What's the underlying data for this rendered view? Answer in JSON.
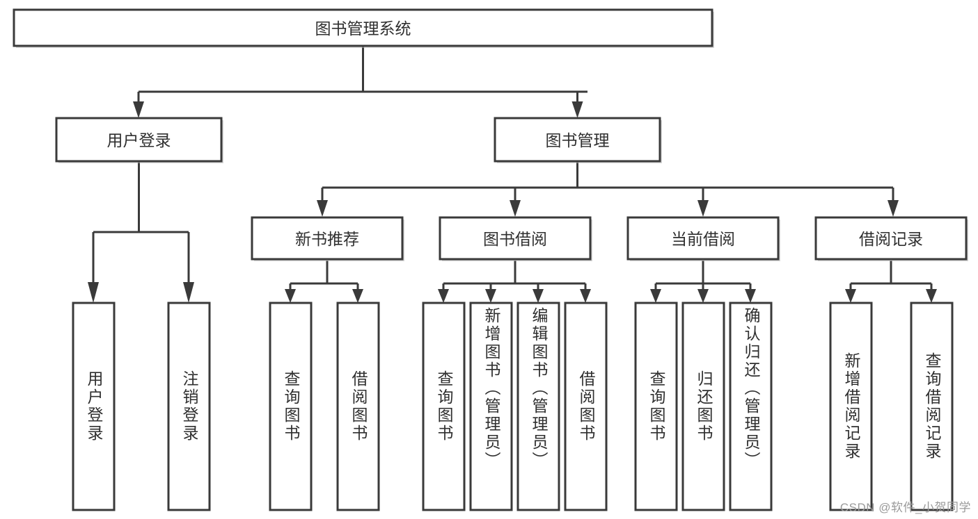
{
  "diagram": {
    "type": "tree",
    "title": "图书管理系统",
    "watermark": "CSDN @软件_小贺同学",
    "colors": {
      "box_stroke": "#3a3a3a",
      "box_fill": "#ffffff",
      "text": "#2f2f2f",
      "watermark": "#9a9a9a",
      "background": "#ffffff"
    },
    "root": {
      "label": "图书管理系统",
      "orientation": "horizontal"
    },
    "level2": [
      {
        "label": "用户登录",
        "orientation": "horizontal"
      },
      {
        "label": "图书管理",
        "orientation": "horizontal"
      }
    ],
    "level3": [
      {
        "label": "新书推荐",
        "orientation": "horizontal"
      },
      {
        "label": "图书借阅",
        "orientation": "horizontal"
      },
      {
        "label": "当前借阅",
        "orientation": "horizontal"
      },
      {
        "label": "借阅记录",
        "orientation": "horizontal"
      }
    ],
    "leaves": [
      {
        "label": "用户登录",
        "parent": "用户登录",
        "orientation": "vertical"
      },
      {
        "label": "注销登录",
        "parent": "用户登录",
        "orientation": "vertical"
      },
      {
        "label": "查询图书",
        "parent": "新书推荐",
        "orientation": "vertical"
      },
      {
        "label": "借阅图书",
        "parent": "新书推荐",
        "orientation": "vertical"
      },
      {
        "label": "查询图书",
        "parent": "图书借阅",
        "orientation": "vertical"
      },
      {
        "label": "新增图书（管理员）",
        "parent": "图书借阅",
        "orientation": "vertical"
      },
      {
        "label": "编辑图书（管理员）",
        "parent": "图书借阅",
        "orientation": "vertical"
      },
      {
        "label": "借阅图书",
        "parent": "图书借阅",
        "orientation": "vertical"
      },
      {
        "label": "查询图书",
        "parent": "当前借阅",
        "orientation": "vertical"
      },
      {
        "label": "归还图书",
        "parent": "当前借阅",
        "orientation": "vertical"
      },
      {
        "label": "确认归还（管理员）",
        "parent": "当前借阅",
        "orientation": "vertical"
      },
      {
        "label": "新增借阅记录",
        "parent": "借阅记录",
        "orientation": "vertical"
      },
      {
        "label": "查询借阅记录",
        "parent": "借阅记录",
        "orientation": "vertical"
      }
    ]
  }
}
